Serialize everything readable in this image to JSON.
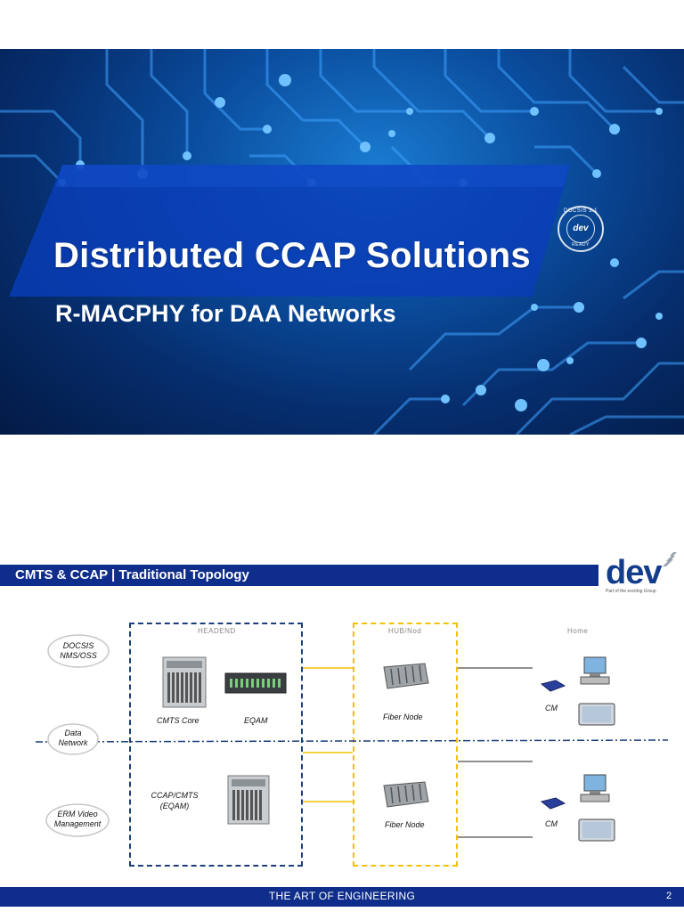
{
  "slide1": {
    "title": "Distributed CCAP Solutions",
    "subtitle": "R-MACPHY for DAA Networks",
    "badge": {
      "top": "DOCSIS 3.1",
      "center": "dev",
      "bottom": "READY"
    }
  },
  "slide2": {
    "header": "CMTS & CCAP | Traditional Topology",
    "logo": {
      "word": "dev",
      "tagline": "Part of the exciting Group"
    },
    "regions": {
      "headend": "HEADEND",
      "hub": "HUB/Nod",
      "home": "Home"
    },
    "clouds": [
      {
        "line1": "DOCSIS",
        "line2": "NMS/OSS"
      },
      {
        "line1": "Data",
        "line2": "Network"
      },
      {
        "line1": "ERM Video",
        "line2": "Management"
      }
    ],
    "labels": {
      "cmts_core": "CMTS Core",
      "eqam": "EQAM",
      "fiber_node_top": "Fiber Node",
      "cm_top": "CM",
      "ccap_line1": "CCAP/CMTS",
      "ccap_line2": "(EQAM)",
      "fiber_node_bottom": "Fiber Node",
      "cm_bottom": "CM"
    },
    "footer": "THE ART OF ENGINEERING",
    "page_number": "2",
    "colors": {
      "navy": "#0f2d8a",
      "yellow": "#f2c200",
      "dashed_blue": "#1a3f7a"
    }
  }
}
